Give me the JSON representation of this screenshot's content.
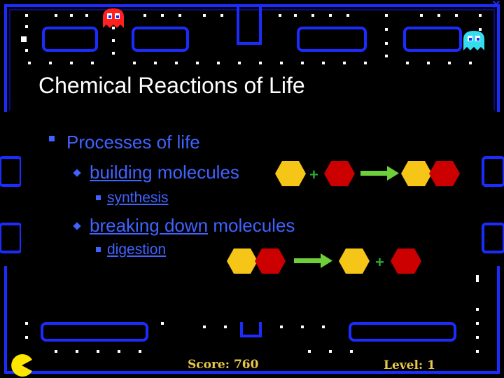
{
  "slide": {
    "title": "Chemical Reactions of Life",
    "heading": "Processes of life",
    "item1": {
      "underlined": "building",
      "rest": " molecules",
      "sub": "synthesis"
    },
    "item2": {
      "underlined": "breaking down",
      "rest": " molecules",
      "sub": "digestion"
    },
    "plus_symbol": "+"
  },
  "hud": {
    "score_label": "Score:",
    "score_value": "760",
    "level_label": "Level:",
    "level_value": "1"
  },
  "colors": {
    "maze_wall": "#1b2cff",
    "text_blue": "#3f63ff",
    "hex_yellow": "#f5c518",
    "hex_red": "#cc0000",
    "arrow_green": "#6fcf3a",
    "plus_green": "#2ea836",
    "hud_gold": "#e8c84a",
    "pacman": "#ffe600",
    "ghost_red": "#ff2020",
    "ghost_cyan": "#33ddee"
  },
  "icons": {
    "close": "close-icon",
    "pacman": "pacman-icon",
    "ghost_red": "red-ghost-icon",
    "ghost_cyan": "cyan-ghost-icon"
  },
  "close_glyph": "✕"
}
